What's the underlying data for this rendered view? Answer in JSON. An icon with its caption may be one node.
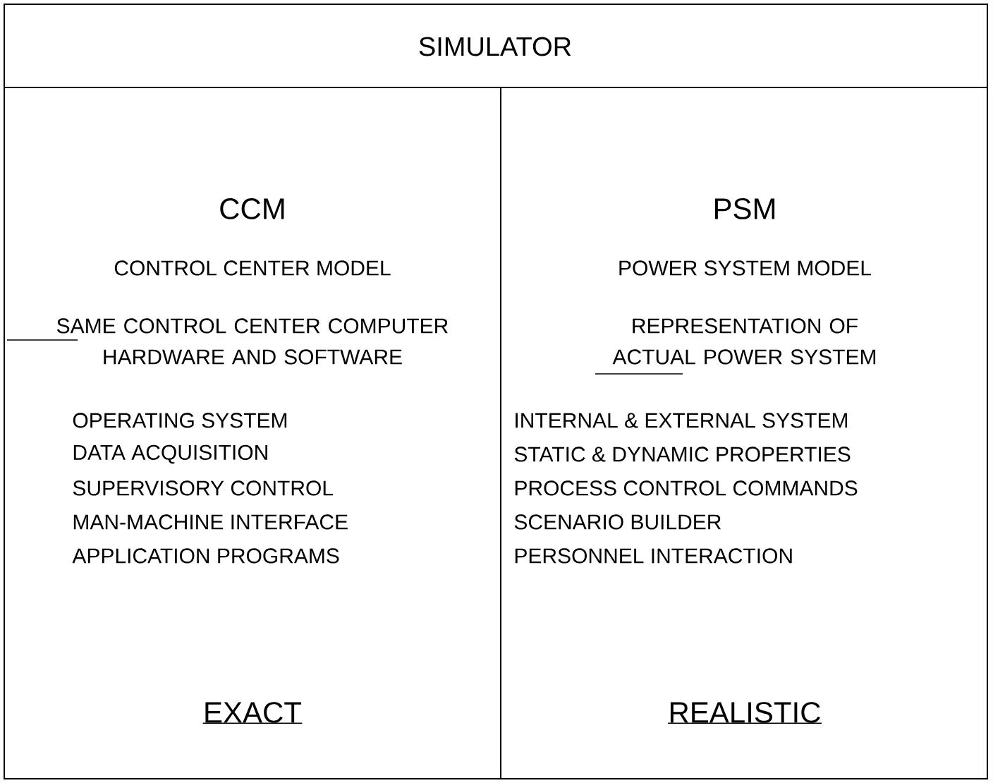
{
  "diagram": {
    "nodes": [
      {
        "text": [
          "SIMULATOR"
        ]
      },
      {
        "text": [
          "CCM",
          "CONTROL CENTER MODEL",
          "SAME CONTROL CENTER COMPUTER HARDWARE AND SOFTWARE",
          "OPERATING SYSTEM",
          "DATA ACQUISITION",
          "SUPERVISORY CONTROL",
          "MAN-MACHINE INTERFACE",
          "APPLICATION PROGRAMS",
          "EXACT"
        ]
      },
      {
        "text": [
          "PSM",
          "POWER SYSTEM MODEL",
          "REPRESENTATION OF ACTUAL POWER SYSTEM",
          "INTERNAL & EXTERNAL SYSTEM",
          "STATIC & DYNAMIC PROPERTIES",
          "PROCESS CONTROL COMMANDS",
          "SCENARIO BUILDER",
          "PERSONNEL INTERACTION",
          "REALISTIC"
        ]
      }
    ]
  }
}
